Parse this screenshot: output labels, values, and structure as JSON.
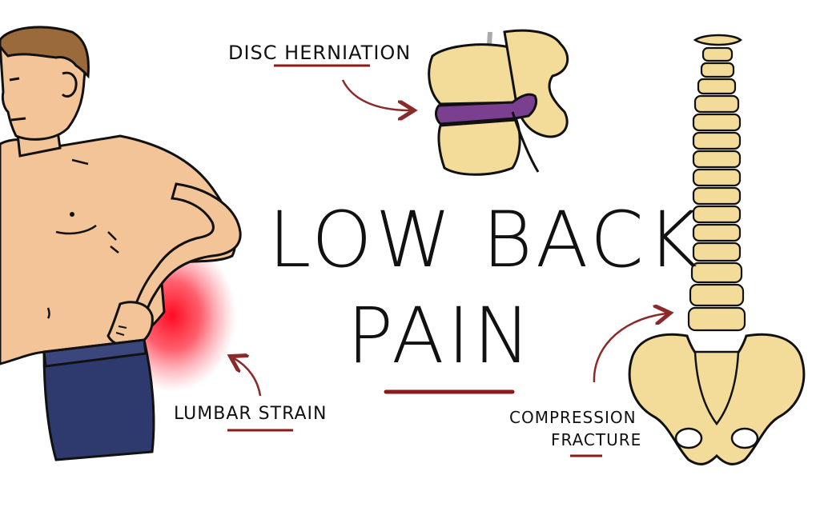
{
  "title": {
    "line1": "LOW BACK",
    "line2": "PAIN"
  },
  "labels": {
    "disc_herniation": "DISC HERNIATION",
    "lumbar_strain": "LUMBAR STRAIN",
    "compression_line1": "COMPRESSION",
    "compression_line2": "FRACTURE"
  },
  "colors": {
    "skin": "#f2c497",
    "hair": "#9a6a3a",
    "shorts": "#2e3a6e",
    "pain": "#ff1a2e",
    "bone": "#f3dc9a",
    "disc": "#7a3f8f",
    "underline": "#8b1a1a",
    "outline": "#111111"
  }
}
